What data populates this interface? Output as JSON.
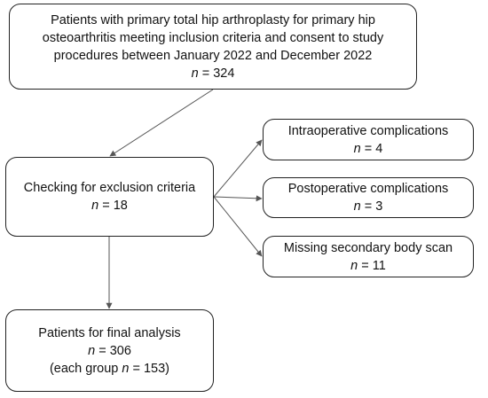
{
  "nodes": {
    "enrollment": {
      "lines": [
        "Patients with primary total hip arthroplasty for primary hip",
        "osteoarthritis meeting inclusion criteria and consent to study",
        "procedures between January 2022 and December 2022"
      ],
      "n_label": "n",
      "n_value": " = 324"
    },
    "exclusion": {
      "lines": [
        "Checking for exclusion criteria"
      ],
      "n_label": "n",
      "n_value": " = 18"
    },
    "intraoperative": {
      "lines": [
        "Intraoperative complications"
      ],
      "n_label": "n",
      "n_value": " = 4"
    },
    "postoperative": {
      "lines": [
        "Postoperative complications"
      ],
      "n_label": "n",
      "n_value": " = 3"
    },
    "missing_scan": {
      "lines": [
        "Missing secondary body scan"
      ],
      "n_label": "n",
      "n_value": " = 11"
    },
    "final": {
      "lines": [
        "Patients for final analysis"
      ],
      "n_label": "n",
      "n_value": " = 306",
      "group_prefix": "(each group ",
      "group_n_label": "n",
      "group_suffix": " = 153)"
    }
  },
  "colors": {
    "border": "#222222",
    "connector": "#555555"
  }
}
